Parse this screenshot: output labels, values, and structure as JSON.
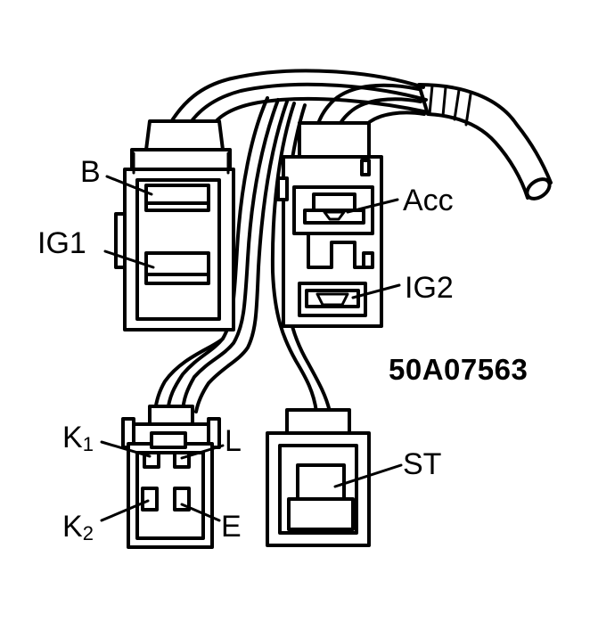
{
  "labels": {
    "b": "B",
    "ig1": "IG1",
    "acc": "Acc",
    "ig2": "IG2",
    "k1_main": "K",
    "k1_sub": "1",
    "l": "L",
    "k2_main": "K",
    "k2_sub": "2",
    "e": "E",
    "st": "ST"
  },
  "figure_code": "50A07563",
  "colors": {
    "ink": "#000000",
    "paper": "#ffffff"
  }
}
